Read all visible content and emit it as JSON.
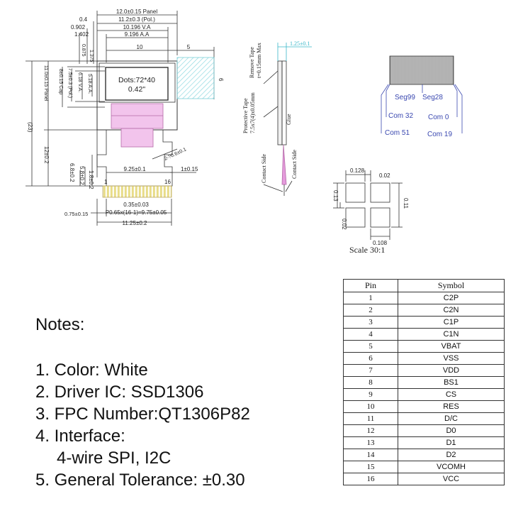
{
  "drawing": {
    "dims": {
      "panel_width": "12.0±0.15 Panel",
      "pol_width": "11.2±0.3 (Pol.)",
      "va_width": "10.196 V.A",
      "aa_width": "9.196 A.A",
      "off_04": "0.4",
      "off_0902": "0.902",
      "off_1402": "1.402",
      "off_1375": "1.375",
      "off_0875": "0.875",
      "dim_10": "10",
      "dim_5": "5",
      "dim_6": "6",
      "aa_height": "5.18 A.A.",
      "va_height": "6.18 V.A.",
      "pol_height": "7.5±0.3 (Pol.)",
      "cap_height": "8±0.15 Cap",
      "panel_height": "11.0±0.15 Panel",
      "total_23": "(23)",
      "fpc_12": "12±0.2",
      "fpc_68": "6.8±0.2",
      "fpc_58": "5.8±0.2",
      "fpc_18": "1.8±0.2",
      "fpc_925": "9.25±0.1",
      "fpc_1": "1±0.15",
      "radius": "2-?0.6±0.1",
      "pad_035": "0.35±0.03",
      "pitch": "P0.65x(16-1)=9.75±0.05",
      "edge_075": "0.75±0.15",
      "fpc_width": "11.25±0.2",
      "pin_first": "1",
      "pin_last": "16"
    },
    "display": {
      "dots": "Dots:72*40",
      "size": "0.42\""
    },
    "side": {
      "dim_125": "1.25±0.1",
      "remove_tape": "Remove Tape",
      "remove_tape_t": "t=0.15mm Max",
      "protective_tape": "Protective Tape",
      "protective_tape_dim": "7.5x7(4)x0.05mm",
      "glue": "Glue",
      "contact_side": "Contact Side"
    },
    "segments": {
      "seg99": "Seg99",
      "seg28": "Seg28",
      "com32": "Com 32",
      "com0": "Com 0",
      "com51": "Com 51",
      "com19": "Com 19"
    },
    "pixel": {
      "d0128": "0.128",
      "d002a": "0.02",
      "d013": "0.13",
      "d011": "0.11",
      "d002b": "0.02",
      "d0108": "0.108",
      "scale": "Scale 30:1"
    }
  },
  "notes": {
    "title": "Notes:",
    "lines": [
      "1. Color: White",
      "2. Driver IC: SSD1306",
      "3. FPC Number:QT1306P82",
      "4. Interface:",
      "4-wire SPI, I2C",
      "5. General Tolerance: ±0.30"
    ]
  },
  "pin_table": {
    "header": [
      "Pin",
      "Symbol"
    ],
    "rows": [
      [
        "1",
        "C2P"
      ],
      [
        "2",
        "C2N"
      ],
      [
        "3",
        "C1P"
      ],
      [
        "4",
        "C1N"
      ],
      [
        "5",
        "VBAT"
      ],
      [
        "6",
        "VSS"
      ],
      [
        "7",
        "VDD"
      ],
      [
        "8",
        "BS1"
      ],
      [
        "9",
        "CS"
      ],
      [
        "10",
        "RES"
      ],
      [
        "11",
        "D/C"
      ],
      [
        "12",
        "D0"
      ],
      [
        "13",
        "D1"
      ],
      [
        "14",
        "D2"
      ],
      [
        "15",
        "VCOMH"
      ],
      [
        "16",
        "VCC"
      ]
    ]
  }
}
